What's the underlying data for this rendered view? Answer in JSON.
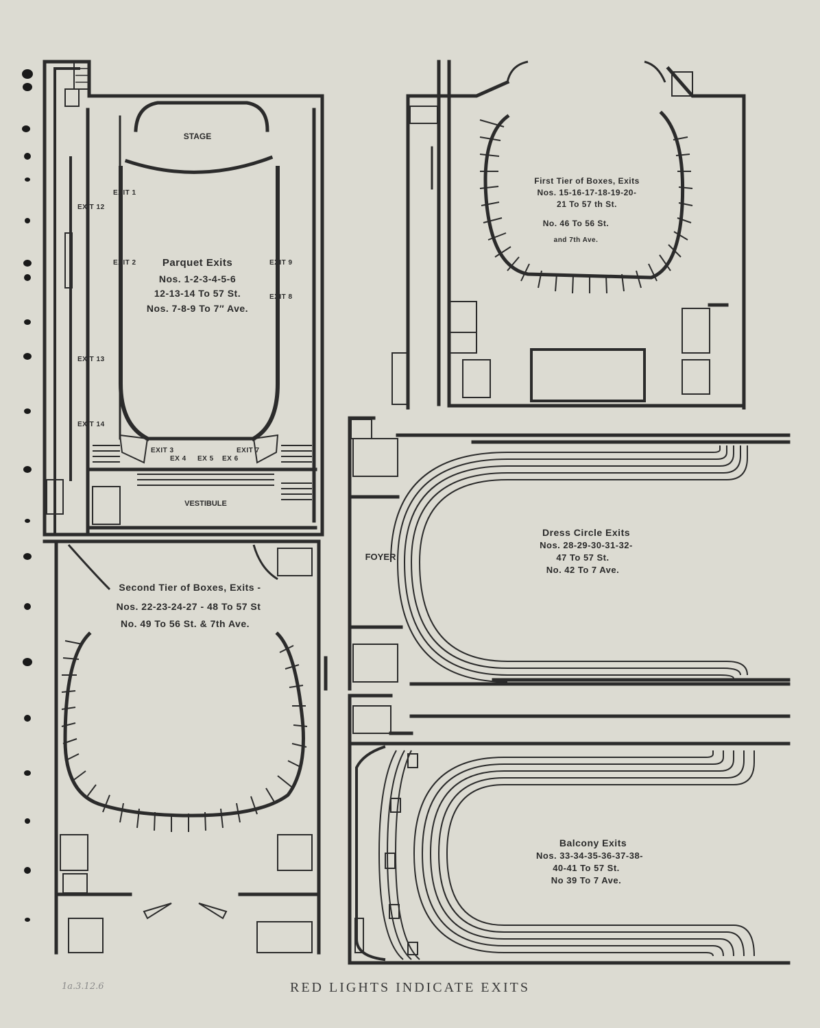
{
  "parquet": {
    "stage": "STAGE",
    "vestibule": "VESTIBULE",
    "title": "Parquet Exits",
    "line1": "Nos. 1-2-3-4-5-6",
    "line2": "12-13-14 To 57 St.",
    "line3": "Nos. 7-8-9 To 7″ Ave.",
    "exits": [
      "EXIT 1",
      "EXIT 2",
      "EXIT 8",
      "EXIT 9",
      "EXIT 12",
      "EXIT 13",
      "EXIT 14",
      "EXIT 3",
      "EX 4",
      "EX 5",
      "EX 6",
      "EXIT 7"
    ]
  },
  "first_tier": {
    "title": "First Tier of Boxes, Exits",
    "line1": "Nos. 15-16-17-18-19-20-",
    "line2": "21 To 57 th St.",
    "line3": "No. 46 To 56 St.",
    "line4": "and 7th Ave."
  },
  "second_tier": {
    "title": "Second Tier of Boxes, Exits -",
    "line1": "Nos. 22-23-24-27 - 48 To 57 St",
    "line2": "No. 49 To 56 St. & 7th Ave."
  },
  "dress_circle": {
    "foyer": "FOYER",
    "title": "Dress Circle Exits",
    "line1": "Nos. 28-29-30-31-32-",
    "line2": "47 To 57 St.",
    "line3": "No. 42 To 7 Ave."
  },
  "balcony": {
    "title": "Balcony Exits",
    "line1": "Nos. 33-34-35-36-37-38-",
    "line2": "40-41 To 57 St.",
    "line3": "No 39 To 7 Ave."
  },
  "footer": "RED LIGHTS INDICATE EXITS",
  "pencil_note": "1a.3.12.6"
}
